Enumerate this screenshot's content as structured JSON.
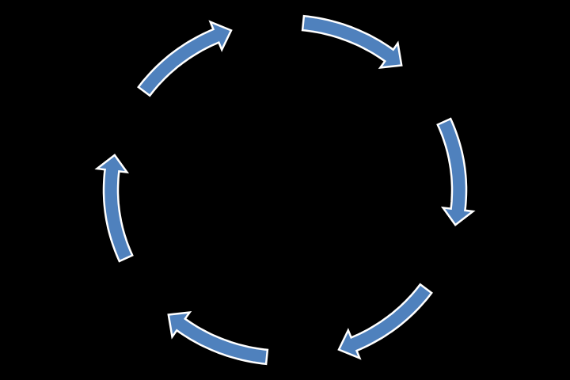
{
  "diagram": {
    "type": "cycle",
    "direction": "clockwise",
    "arrow_count": 6,
    "colors": {
      "background": "#000000",
      "arrow_fill": "#4F81BD",
      "arrow_outline": "#FFFFFF"
    },
    "arrows": [
      {
        "id": "arrow-1",
        "icon": "curved-arrow-icon"
      },
      {
        "id": "arrow-2",
        "icon": "curved-arrow-icon"
      },
      {
        "id": "arrow-3",
        "icon": "curved-arrow-icon"
      },
      {
        "id": "arrow-4",
        "icon": "curved-arrow-icon"
      },
      {
        "id": "arrow-5",
        "icon": "curved-arrow-icon"
      },
      {
        "id": "arrow-6",
        "icon": "curved-arrow-icon"
      }
    ]
  }
}
